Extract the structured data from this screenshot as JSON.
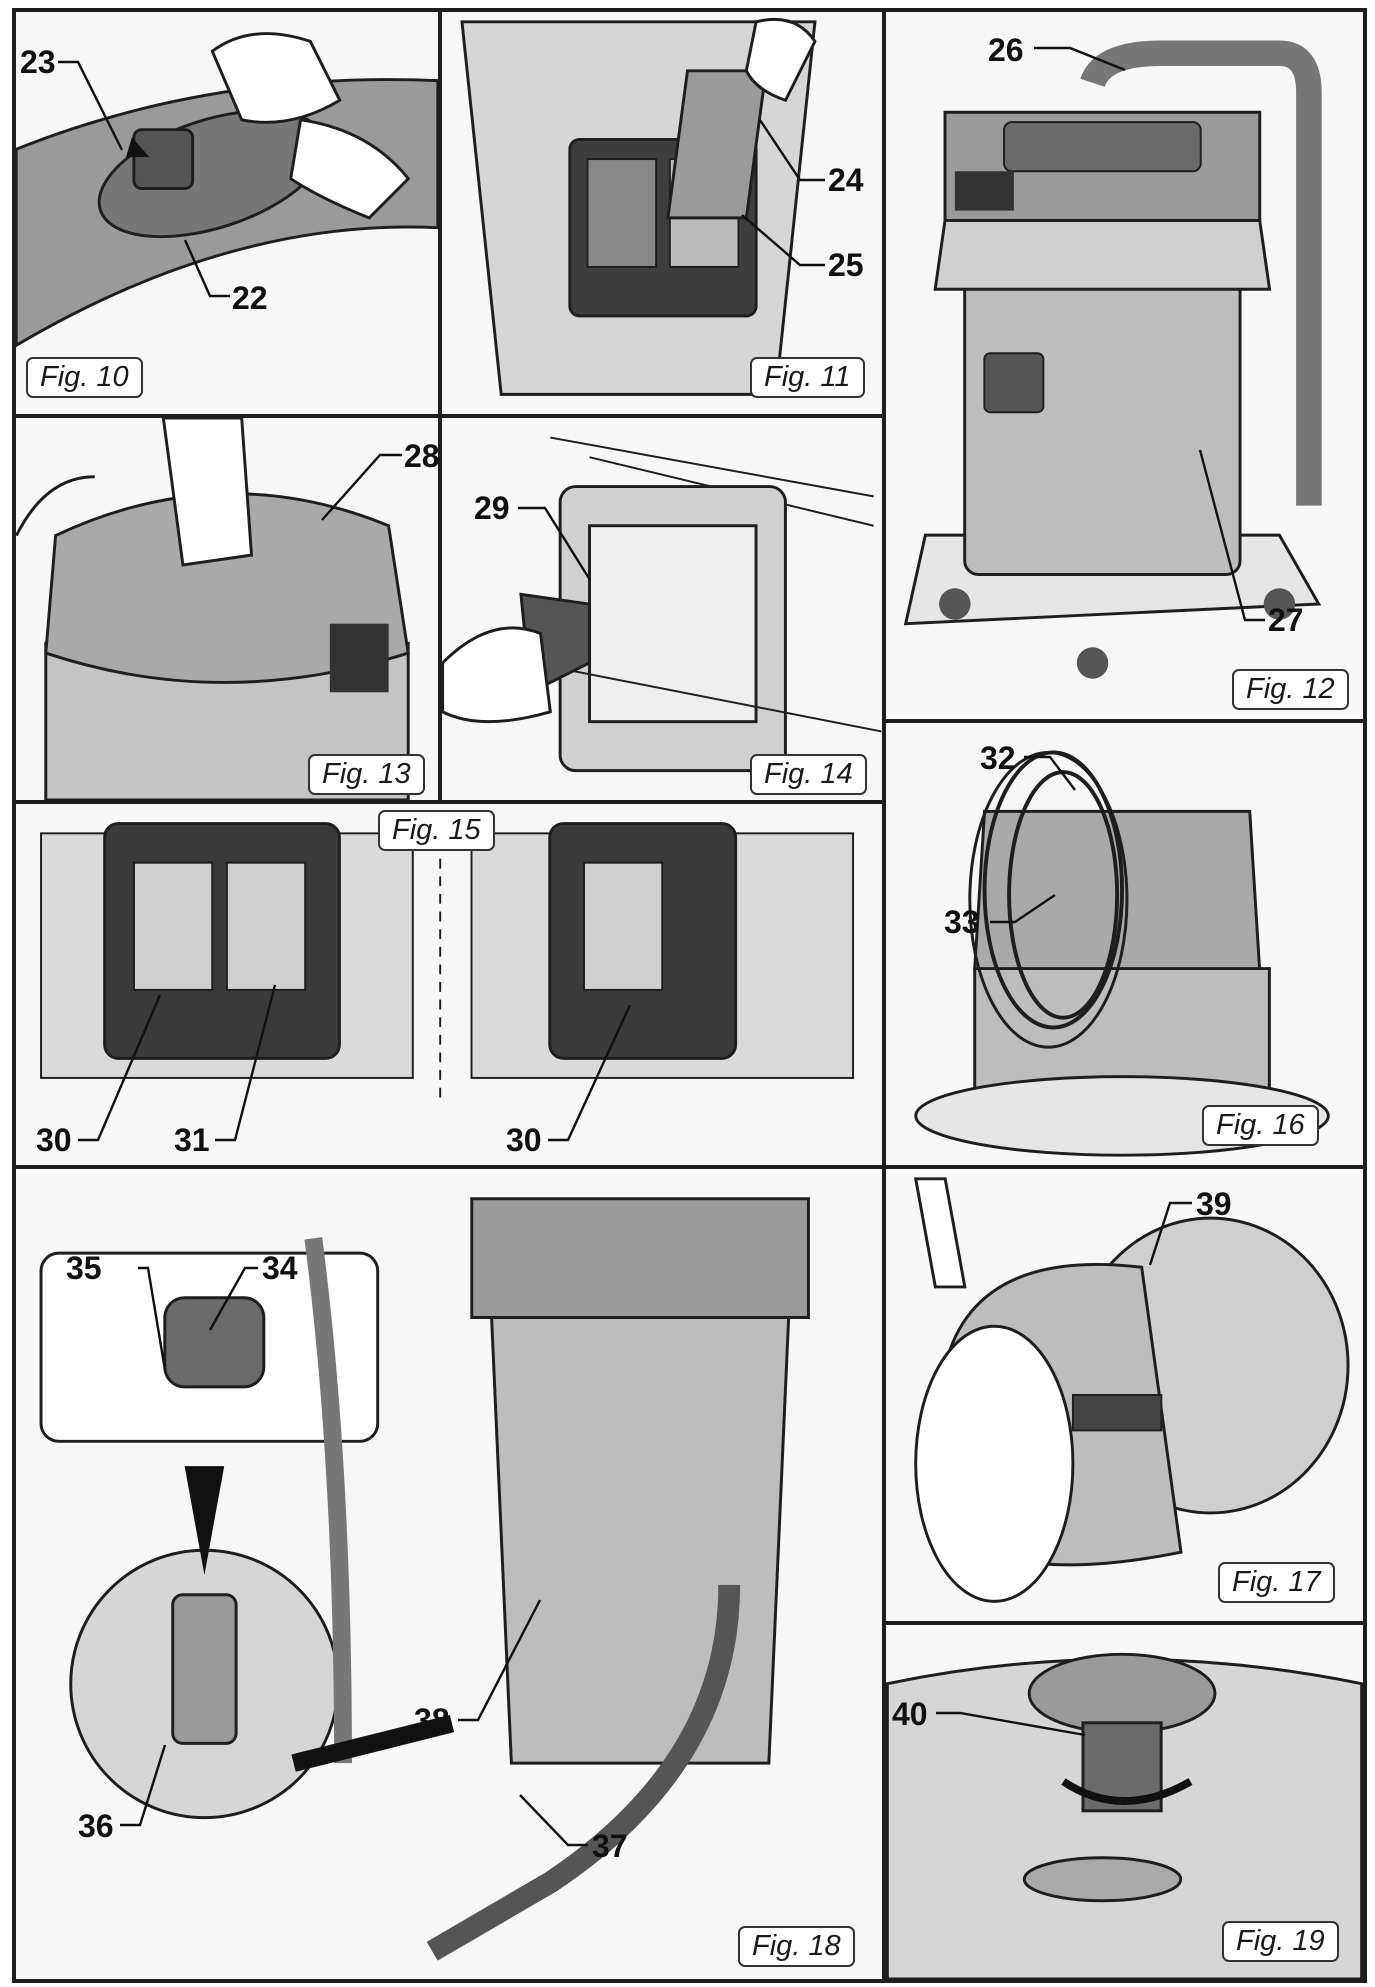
{
  "figures": [
    {
      "id": "fig10",
      "label": "Fig. 10"
    },
    {
      "id": "fig11",
      "label": "Fig. 11"
    },
    {
      "id": "fig12",
      "label": "Fig. 12"
    },
    {
      "id": "fig13",
      "label": "Fig. 13"
    },
    {
      "id": "fig14",
      "label": "Fig. 14"
    },
    {
      "id": "fig15",
      "label": "Fig. 15"
    },
    {
      "id": "fig16",
      "label": "Fig. 16"
    },
    {
      "id": "fig17",
      "label": "Fig. 17"
    },
    {
      "id": "fig18",
      "label": "Fig. 18"
    },
    {
      "id": "fig19",
      "label": "Fig. 19"
    }
  ],
  "callouts": {
    "c22": "22",
    "c23": "23",
    "c24": "24",
    "c25": "25",
    "c26": "26",
    "c27": "27",
    "c28": "28",
    "c29": "29",
    "c30a": "30",
    "c31": "31",
    "c30b": "30",
    "c32": "32",
    "c33": "33",
    "c34": "34",
    "c35": "35",
    "c36": "36",
    "c37": "37",
    "c38": "38",
    "c39": "39",
    "c40": "40"
  },
  "colors": {
    "line": "#1e1e1e",
    "metal": "#bdbdbd",
    "dark": "#5a5a5a",
    "panel_bg": "#f7f7f7"
  }
}
